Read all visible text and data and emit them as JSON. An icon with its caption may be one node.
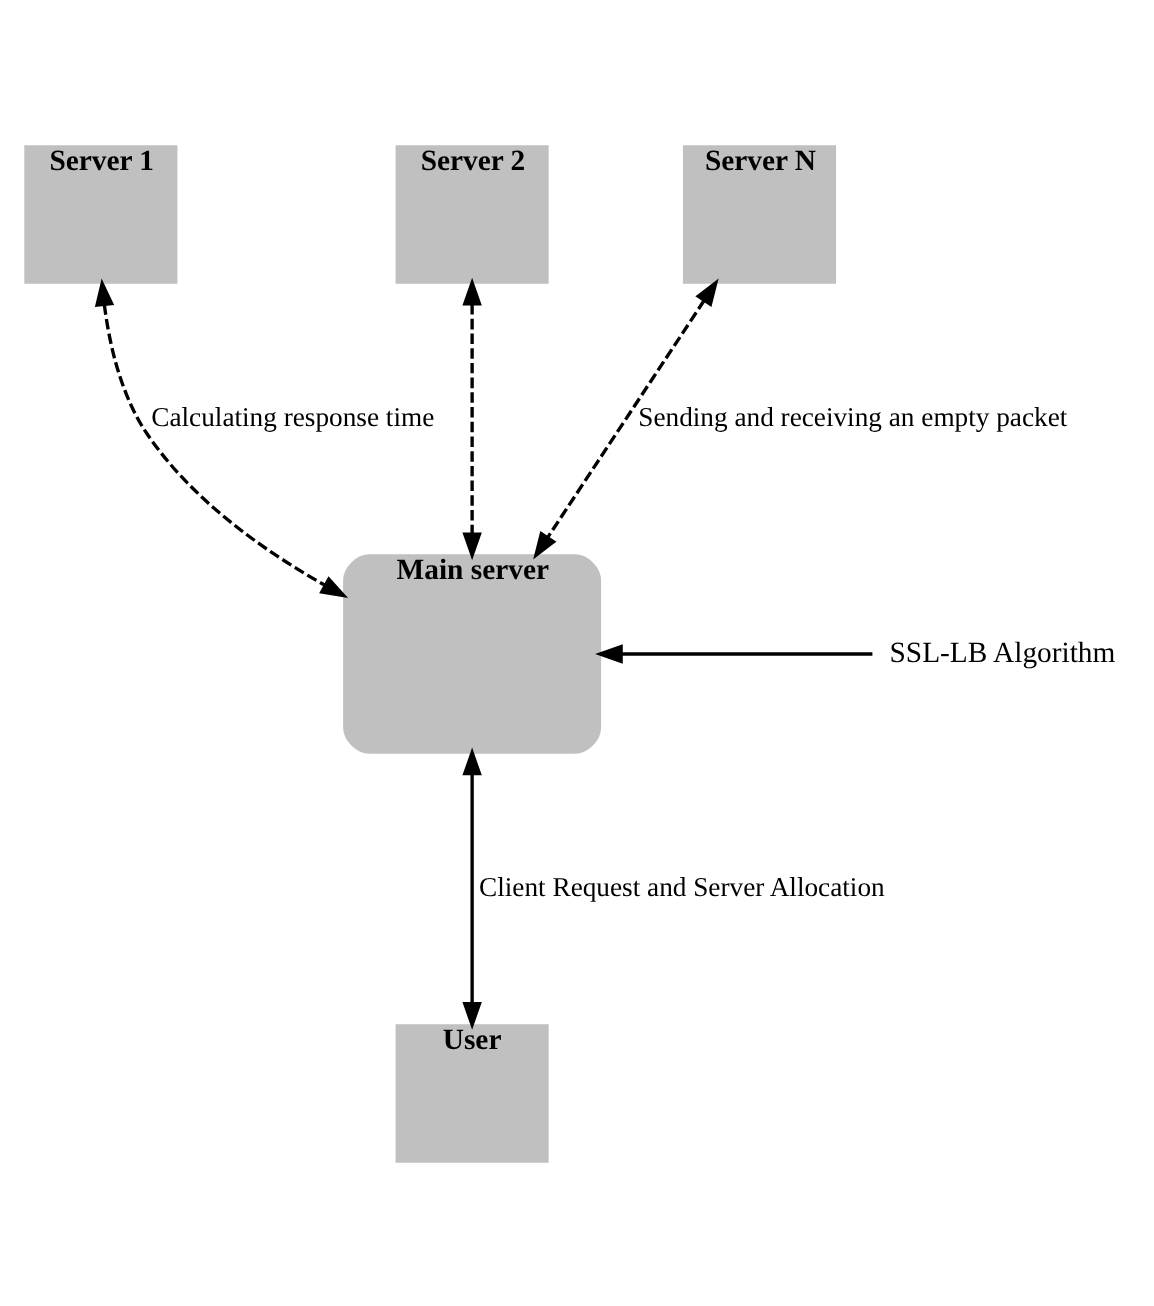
{
  "diagram": {
    "nodes": [
      {
        "text": [
          "Server 1"
        ]
      },
      {
        "text": [
          "Server 2"
        ]
      },
      {
        "text": [
          "Server N"
        ]
      },
      {
        "text": [
          "Main server"
        ]
      },
      {
        "text": [
          "User"
        ]
      },
      {
        "text": [
          "SSL-LB Algorithm"
        ]
      }
    ],
    "edges": [
      {
        "from": 0,
        "to": 3,
        "arrow": "both",
        "style": "dashed",
        "label": "Calculating response time"
      },
      {
        "from": 1,
        "to": 3,
        "arrow": "both",
        "style": "dashed"
      },
      {
        "from": 2,
        "to": 3,
        "arrow": "both",
        "style": "dashed",
        "label": "Sending and receiving an empty packet"
      },
      {
        "from": 3,
        "to": 4,
        "arrow": "both",
        "label": "Client Request and Server Allocation"
      },
      {
        "from": 5,
        "to": 3,
        "arrow": "to"
      }
    ]
  }
}
